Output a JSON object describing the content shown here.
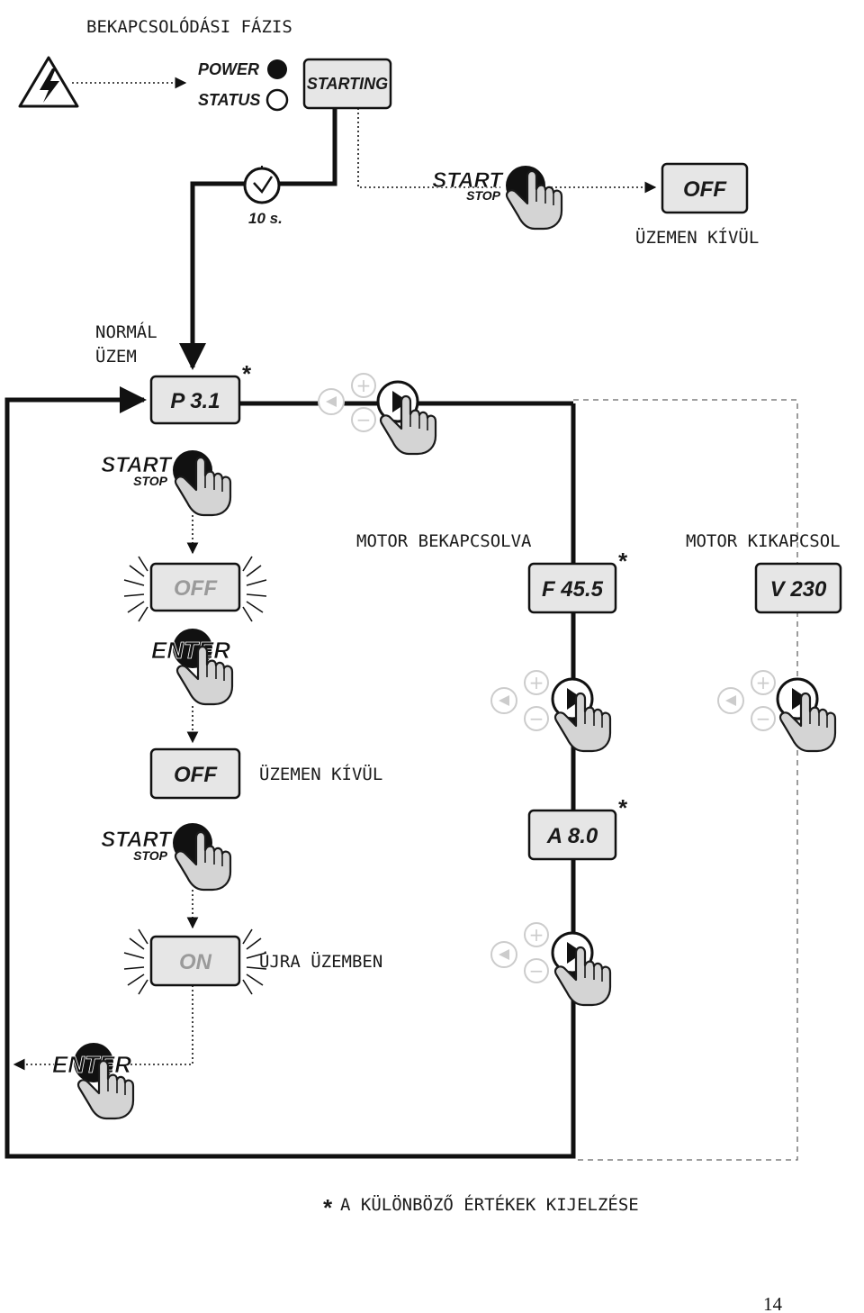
{
  "header": {
    "title": "BEKAPCSOLÓDÁSI FÁZIS"
  },
  "indicators": {
    "power_label": "POWER",
    "status_label": "STATUS"
  },
  "displays": {
    "starting": "STARTING",
    "off_top": "OFF",
    "p31": "P 3.1",
    "off_blink": "OFF",
    "off_mid": "OFF",
    "on_blink": "ON",
    "f455": "F 45.5",
    "a80": "A 8.0",
    "v230": "V 230"
  },
  "timer": {
    "label": "10 s."
  },
  "labels": {
    "uzemen_kivul_top": "ÜZEMEN KÍVÜL",
    "normal": "NORMÁL",
    "uzem": "ÜZEM",
    "motor_bekapcsolva": "MOTOR BEKAPCSOLVA",
    "motor_kikapcsolva": "MOTOR KIKAPCSOL",
    "uzemen_kivul_mid": "ÜZEMEN KÍVÜL",
    "ujra_uzemben": "ÚJRA ÜZEMBEN"
  },
  "buttons": {
    "start": "START",
    "stop": "STOP",
    "enter": "ENTER",
    "plus": "+",
    "minus": "−"
  },
  "markers": {
    "asterisk": "*"
  },
  "footnote": {
    "text": "A KÜLÖNBÖZŐ ÉRTÉKEK KIJELZÉSE"
  },
  "page": {
    "number": "14"
  }
}
